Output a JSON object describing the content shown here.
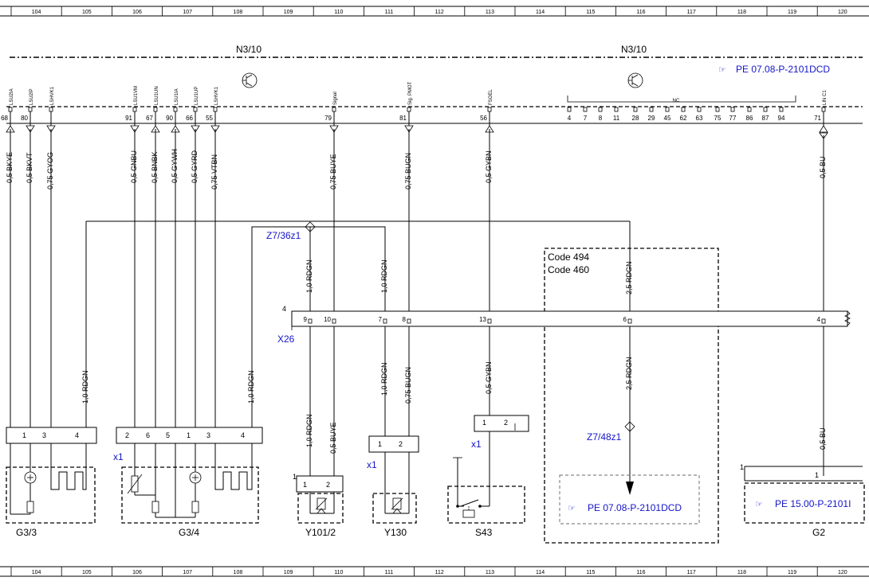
{
  "grid_columns": [
    "104",
    "105",
    "106",
    "107",
    "108",
    "109",
    "110",
    "111",
    "112",
    "113",
    "114",
    "115",
    "116",
    "117",
    "118",
    "119",
    "120"
  ],
  "modules": {
    "left": "N3/10",
    "right": "N3/10"
  },
  "references": {
    "n3_10": "PE 07.08-P-2101DCD",
    "code_box": "PE 07.08-P-2101DCD",
    "g2": "PE 15.00-P-2101I"
  },
  "pins": [
    {
      "name": "LSU2IA",
      "num": "68",
      "dir": "in"
    },
    {
      "name": "LSU2IP",
      "num": "80",
      "dir": "out"
    },
    {
      "name": "LSHVK1",
      "num": "",
      "dir": "out"
    },
    {
      "name": "LSU1VM",
      "num": "91",
      "dir": "out"
    },
    {
      "name": "LSU1UN",
      "num": "67",
      "dir": "in"
    },
    {
      "name": "LSU1IA",
      "num": "90",
      "dir": "in"
    },
    {
      "name": "LSU1UP",
      "num": "66",
      "dir": "out"
    },
    {
      "name": "LSHVK1",
      "num": "55",
      "dir": "out"
    },
    {
      "name": "Signal",
      "num": "79",
      "dir": "out"
    },
    {
      "name": "Sig. PMOT",
      "num": "81",
      "dir": "out"
    },
    {
      "name": "FSOEL",
      "num": "56",
      "dir": "in"
    },
    {
      "name": "LIN C1",
      "num": "71",
      "dir": "bi"
    }
  ],
  "nc_label": "NC",
  "nc_pins": [
    "4",
    "7",
    "8",
    "11",
    "28",
    "29",
    "45",
    "62",
    "63",
    "75",
    "77",
    "86",
    "87",
    "94"
  ],
  "wire_labels": {
    "w1": "0,5 BKYE",
    "w2": "0,5 BKVT",
    "w3": "0,75 GYOG",
    "w4": "0,5 GNBU",
    "w5": "0,5 BNBK",
    "w6": "0,5 GYWH",
    "w7": "0,5 GYRD",
    "w8": "0,75 VTBN",
    "w9": "0,75 BUYE",
    "w10": "0,75 BUGN",
    "w11": "0,5 GYBN",
    "w12": "0,5 BU",
    "w13": "1,0 RDGN",
    "w14": "1,0 RDGN",
    "w15": "1,0 RDGN",
    "w16": "1,0 RDGN",
    "w17": "1,0 RDGN",
    "w18": "0,5 BUYE",
    "w19": "1,0 RDGN",
    "w20": "0,75 BUGN",
    "w21": "0,5 GYBN",
    "w22": "2,5 RDGN",
    "w23": "2,5 RDGN",
    "w24": "0,5 BU"
  },
  "splices": {
    "z7_36": "Z7/36z1",
    "z7_48": "Z7/48z1"
  },
  "x26": {
    "label": "X26",
    "number": "4",
    "pins": [
      "9",
      "10",
      "7",
      "8",
      "13",
      "6",
      "4"
    ]
  },
  "code_box": {
    "line1": "Code 494",
    "line2": "Code 460"
  },
  "components": {
    "g3_3": {
      "label": "G3/3",
      "pins": [
        "1",
        "3",
        "4"
      ]
    },
    "g3_4": {
      "label": "G3/4",
      "pins": [
        "2",
        "6",
        "5",
        "1",
        "3",
        "4"
      ]
    },
    "y101": {
      "label": "Y101/2",
      "pins": [
        "1",
        "2"
      ],
      "conn": "1"
    },
    "y130": {
      "label": "Y130",
      "pins": [
        "1",
        "2"
      ]
    },
    "s43": {
      "label": "S43",
      "pins": [
        "1",
        "2"
      ]
    },
    "g2": {
      "label": "G2",
      "pin": "1",
      "conn": "1"
    }
  },
  "x1_label": "x1"
}
